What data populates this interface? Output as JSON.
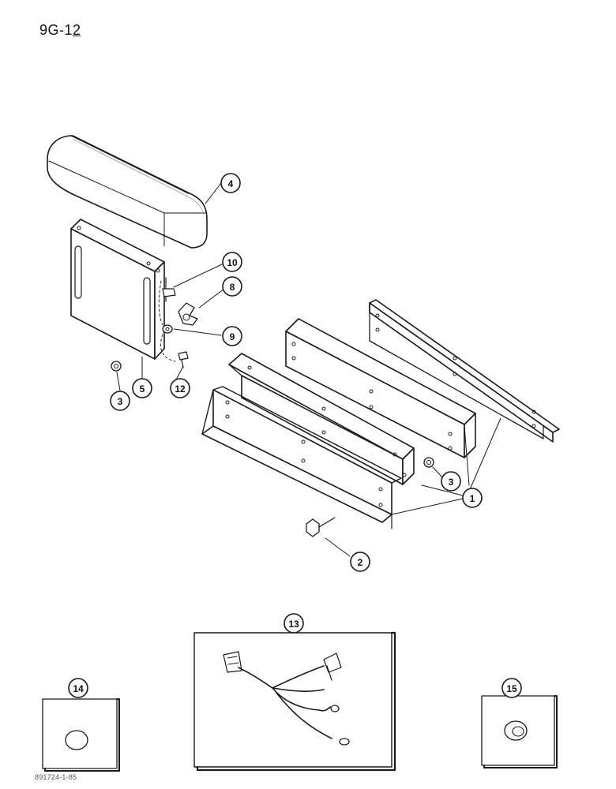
{
  "page": {
    "code": "9G-12",
    "footer_code": "891724-1-85"
  },
  "callouts": {
    "c1": "1",
    "c2": "2",
    "c3a": "3",
    "c3b": "3",
    "c4": "4",
    "c5": "5",
    "c8": "8",
    "c9": "9",
    "c10": "10",
    "c12": "12",
    "c13": "13",
    "c14": "14",
    "c15": "15"
  }
}
